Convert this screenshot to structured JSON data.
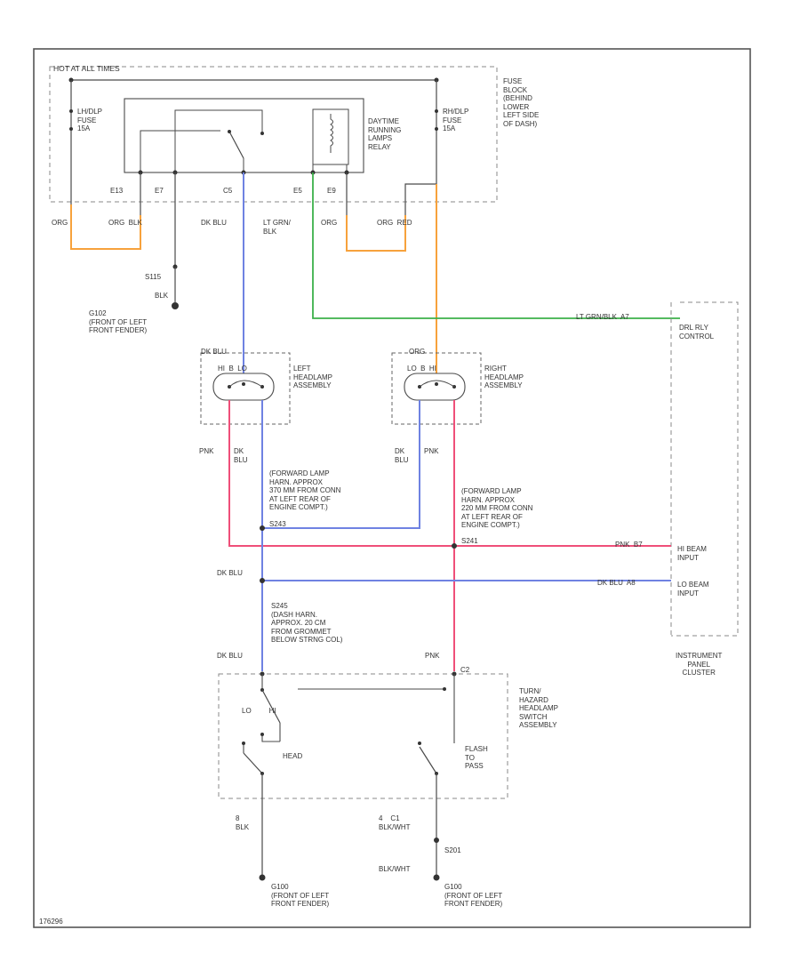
{
  "labels": {
    "hot_at_all_times": "HOT AT ALL TIMES",
    "lh_fuse": "LH/DLP\nFUSE\n15A",
    "rh_fuse": "RH/DLP\nFUSE\n15A",
    "drl_relay": "DAYTIME\nRUNNING\nLAMPS\nRELAY",
    "fuse_block": "FUSE\nBLOCK\n(BEHIND\nLOWER\nLEFT SIDE\nOF DASH)",
    "pin_e13": "E13",
    "pin_e7": "E7",
    "pin_c5": "C5",
    "pin_e5": "E5",
    "pin_e9": "E9",
    "w_org_left": "ORG",
    "w_org_blk": "ORG  BLK",
    "w_dk_blu": "DK BLU",
    "w_lt_grn_blk": "LT GRN/\nBLK",
    "w_org_mid": "ORG",
    "w_org_red": "ORG  RED",
    "s115": "S115",
    "blk_ground_wire": "BLK",
    "g102": "G102\n(FRONT OF LEFT\nFRONT FENDER)",
    "lt_grn_blk_a": "LT GRN/BLK  A7",
    "drl_rly_control": "DRL RLY\nCONTROL",
    "dk_blu_left_top": "DK BLU",
    "org_right_top": "ORG",
    "left_headlamp": "LEFT\nHEADLAMP\nASSEMBLY",
    "right_headlamp": "RIGHT\nHEADLAMP\nASSEMBLY",
    "left_pins": "HI  B  LO",
    "right_pins": "LO  B  HI",
    "pnk_left": "PNK",
    "dk_blu_under_left": "DK\nBLU",
    "dk_blu_under_right": "DK\nBLU",
    "pnk_under_right": "PNK",
    "note_left": "(FORWARD LAMP\nHARN. APPROX\n370 MM FROM CONN\nAT LEFT REAR OF\nENGINE COMPT.)",
    "s243": "S243",
    "note_right": "(FORWARD LAMP\nHARN. APPROX\n220 MM FROM CONN\nAT LEFT REAR OF\nENGINE COMPT.)",
    "s241": "S241",
    "pnk_a7_label": "PNK  B7",
    "hi_beam_input": "HI BEAM\nINPUT",
    "dk_blu_mid": "DK BLU",
    "dk_blu_a8_label": "DK BLU  A8",
    "lo_beam_input": "LO BEAM\nINPUT",
    "s245_note": "S245\n(DASH HARN.\nAPPROX. 20 CM\nFROM GROMMET\nBELOW STRNG COL)",
    "instrument_panel_cluster": "INSTRUMENT\nPANEL\nCLUSTER",
    "dk_blu_bottom": "DK BLU",
    "pnk_bottom": "PNK",
    "pin_c2": "C2",
    "lo_hi": "LO         HI",
    "head": "HEAD",
    "flash_pass": "FLASH\nTO\nPASS",
    "turn_switch": "TURN/\nHAZARD\nHEADLAMP\nSWITCH\nASSEMBLY",
    "pin_blk_left": "8\nBLK",
    "pin_blk_wht_right": "4    C1\nBLK/WHT",
    "s201": "S201",
    "blk_wht_lower": "BLK/WHT",
    "g100": "G100\n(FRONT OF LEFT\nFRONT FENDER)",
    "g100_right": "G100\n(FRONT OF LEFT\nFRONT FENDER)",
    "figure_code": "176296"
  },
  "colors": {
    "line": "#4a4a4a",
    "dash": "#8a8a8a",
    "orange": "#f7a23c",
    "blue": "#6f82e2",
    "green": "#3cb04a",
    "pink": "#ef4f79"
  }
}
